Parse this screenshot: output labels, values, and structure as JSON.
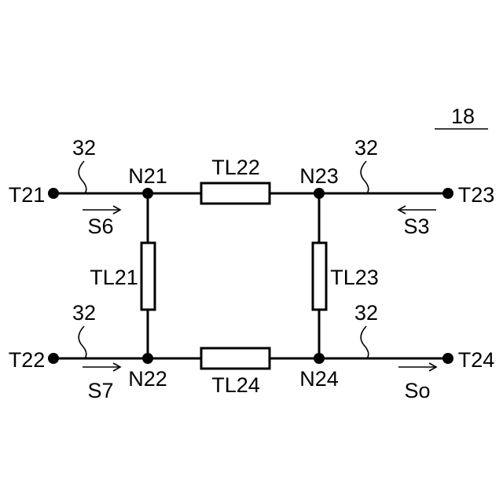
{
  "figure_number": "18",
  "terminals": {
    "t21": "T21",
    "t22": "T22",
    "t23": "T23",
    "t24": "T24"
  },
  "nodes": {
    "n21": "N21",
    "n22": "N22",
    "n23": "N23",
    "n24": "N24"
  },
  "lines": {
    "tl21": "TL21",
    "tl22": "TL22",
    "tl23": "TL23",
    "tl24": "TL24"
  },
  "signals": {
    "s6": "S6",
    "s7": "S7",
    "s3": "S3",
    "so": "So"
  },
  "line_ref": "32"
}
